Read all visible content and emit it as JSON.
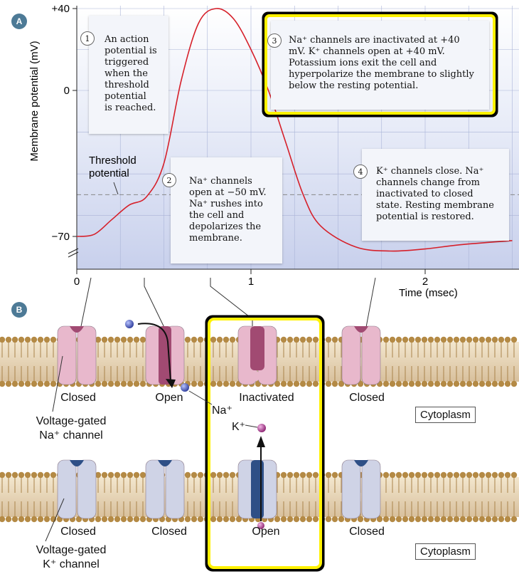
{
  "panel_a": {
    "badge": "A",
    "y_axis_label": "Membrane potential (mV)",
    "y_ticks": [
      "+40",
      "0",
      "−70"
    ],
    "x_ticks": [
      "0",
      "1",
      "2"
    ],
    "x_axis_label": "Time (msec)",
    "threshold_label": "Threshold\npotential",
    "callouts": [
      {
        "num": "1",
        "text": "An action\npotential is\ntriggered\nwhen the\nthreshold\npotential\nis reached."
      },
      {
        "num": "2",
        "text": "Na⁺ channels\nopen at −50 mV.\nNa⁺ rushes into\nthe cell and\ndepolarizes the\nmembrane."
      },
      {
        "num": "3",
        "text": "Na⁺ channels are inactivated at +40\nmV. K⁺ channels open at +40 mV.\nPotassium ions exit the cell and\nhyperpolarize the membrane to slightly\nbelow the resting potential."
      },
      {
        "num": "4",
        "text": "K⁺ channels close. Na⁺\nchannels change from\ninactivated to closed\nstate. Resting membrane\npotential is restored."
      }
    ]
  },
  "chart_data": {
    "type": "line",
    "xlabel": "Time (msec)",
    "ylabel": "Membrane potential (mV)",
    "xlim": [
      0,
      2.5
    ],
    "ylim": [
      -80,
      40
    ],
    "threshold": -50,
    "series": [
      {
        "x": [
          0,
          0.1,
          0.2,
          0.3,
          0.4,
          0.5,
          0.6,
          0.7,
          0.8,
          0.9,
          1.0,
          1.1,
          1.2,
          1.3,
          1.4,
          1.6,
          1.8,
          2.0,
          2.2,
          2.5
        ],
        "y": [
          -70,
          -69,
          -62,
          -55,
          -51,
          -35,
          5,
          33,
          40,
          35,
          20,
          0,
          -25,
          -50,
          -65,
          -75,
          -77,
          -76,
          -74,
          -72
        ]
      }
    ]
  },
  "panel_b": {
    "badge": "B",
    "na_states": [
      "Closed",
      "Open",
      "Inactivated",
      "Closed"
    ],
    "k_states": [
      "Closed",
      "Closed",
      "Open",
      "Closed"
    ],
    "na_channel_label": "Voltage-gated\nNa⁺ channel",
    "k_channel_label": "Voltage-gated\nK⁺ channel",
    "na_ion": "Na⁺",
    "k_ion": "K⁺",
    "cytoplasm": "Cytoplasm"
  },
  "colors": {
    "curve": "#d6202a",
    "highlight": "#fff200",
    "na_channel": "#e8b8cc",
    "na_channel_dark": "#a14a72",
    "k_channel": "#cfd3e6",
    "k_channel_dark": "#2e4f86",
    "membrane": "#c9a76a"
  }
}
